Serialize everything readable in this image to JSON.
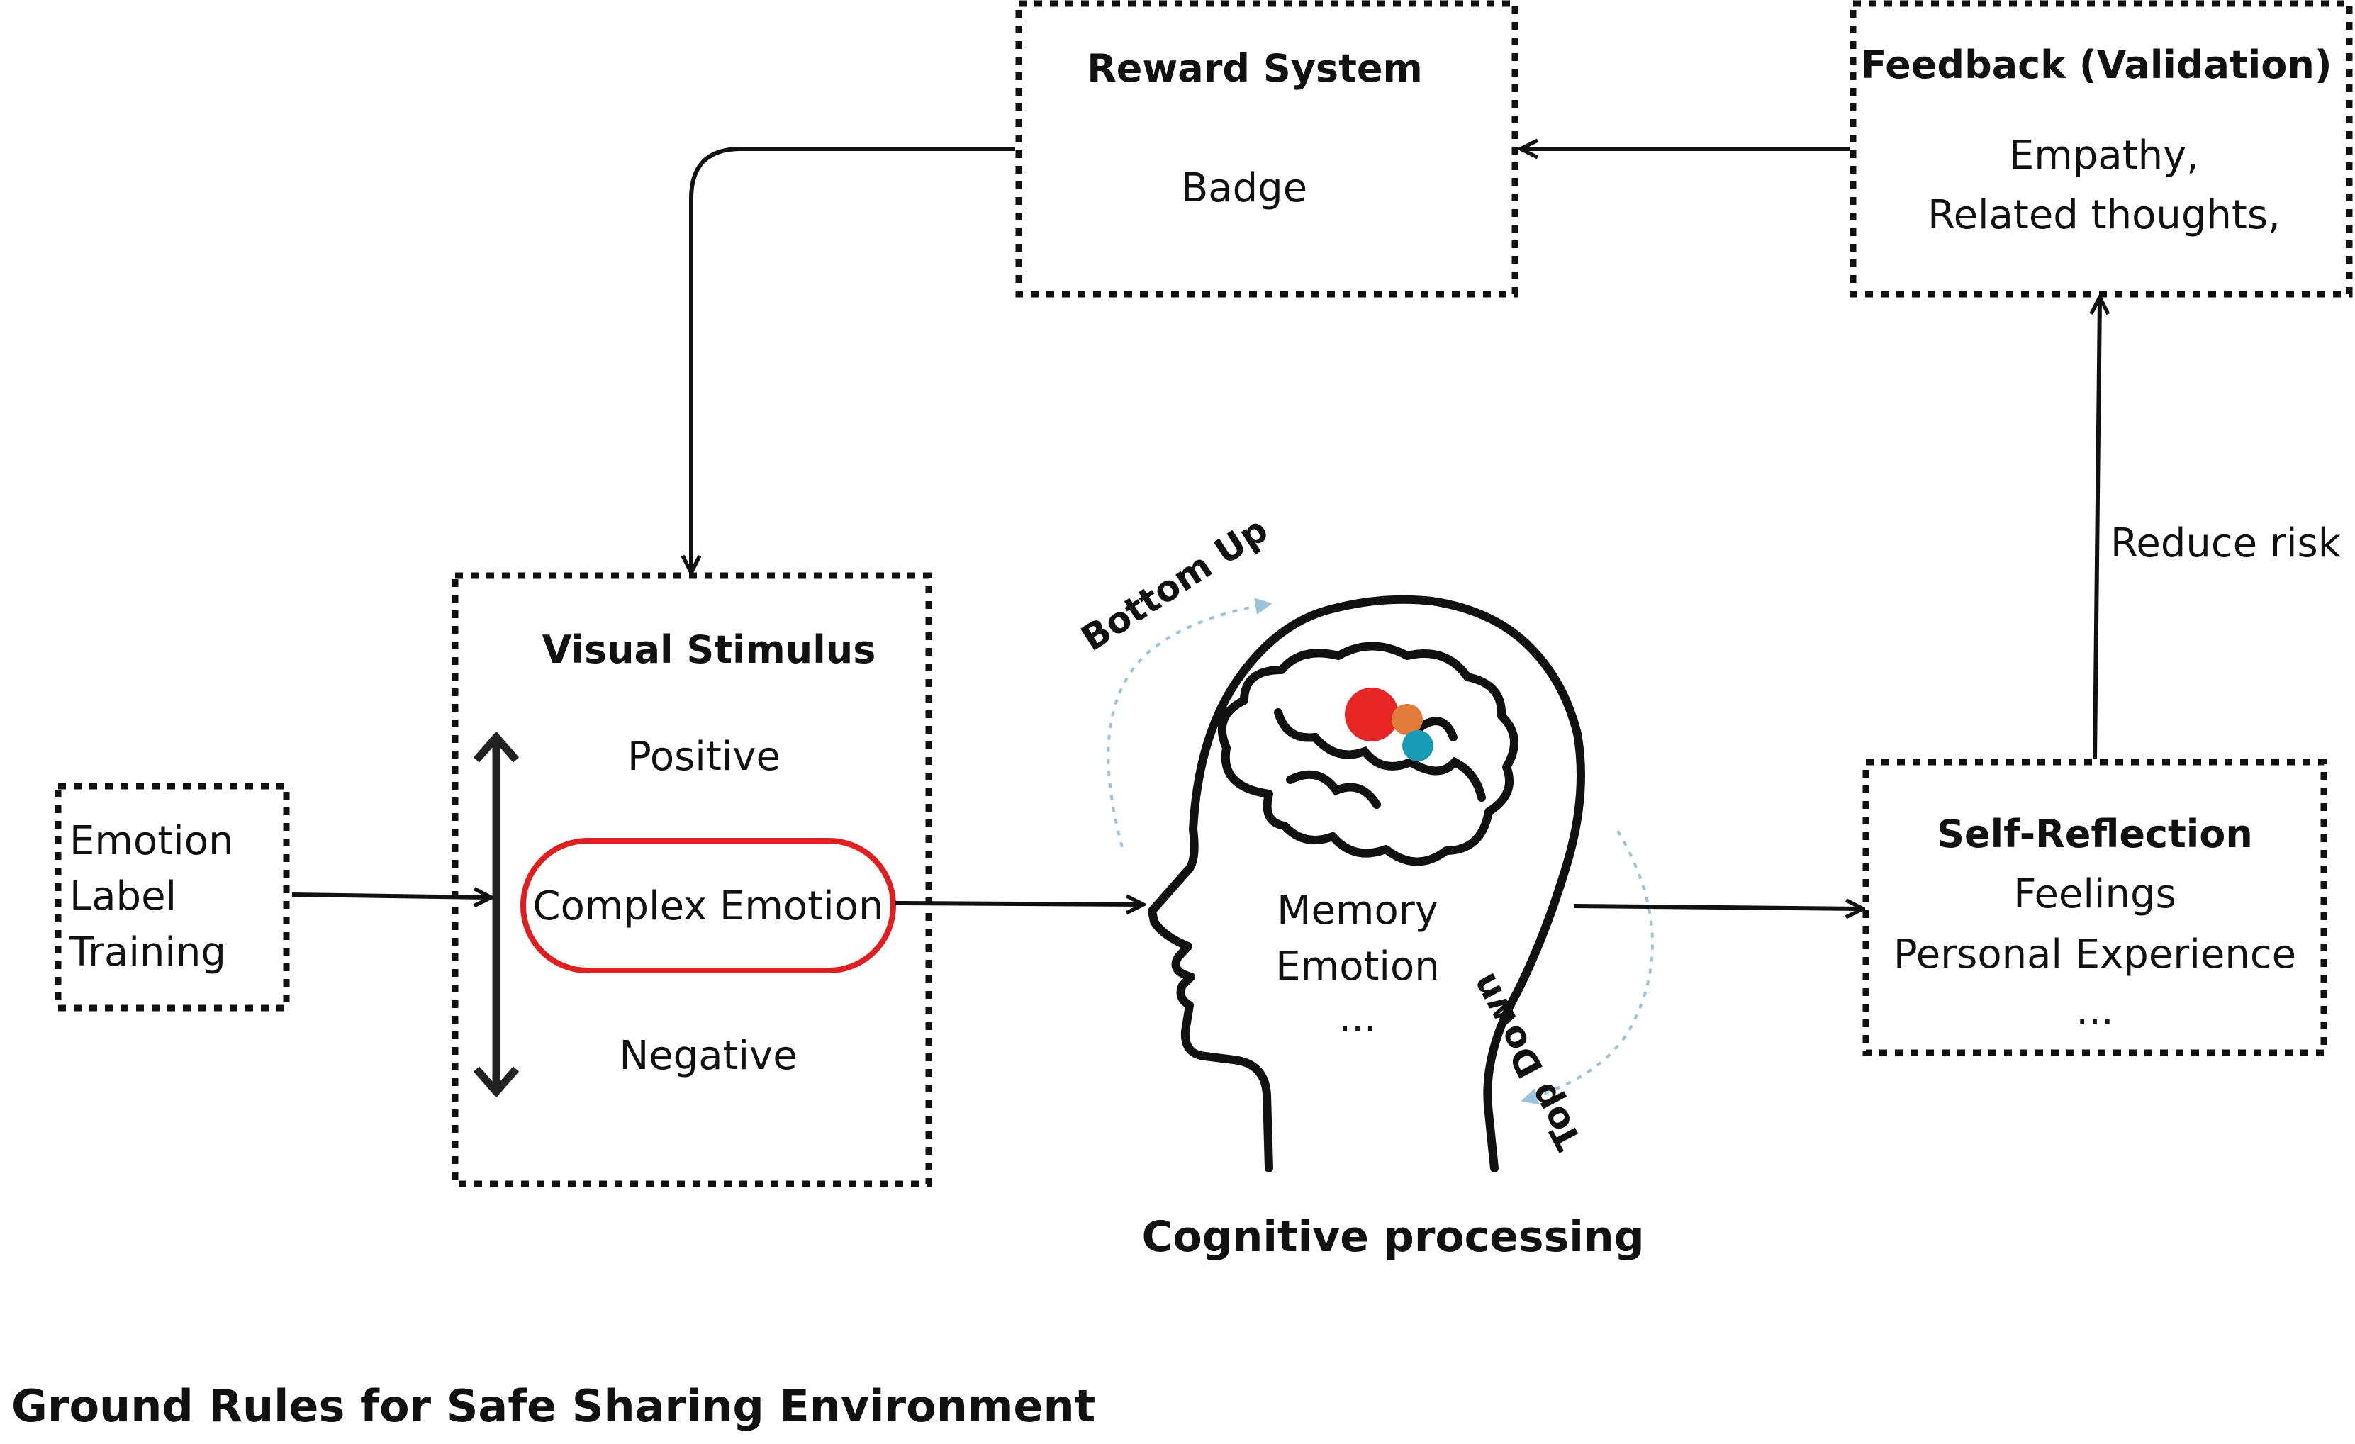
{
  "reward_box": {
    "title": "Reward System",
    "line1": "Badge"
  },
  "feedback_box": {
    "title": "Feedback (Validation)",
    "line1": "Empathy,",
    "line2": "Related thoughts,"
  },
  "stimulus_box": {
    "title": "Visual Stimulus",
    "positive": "Positive",
    "complex": "Complex Emotion",
    "negative": "Negative",
    "highlight_color": "#e02020"
  },
  "training_box": {
    "line1": "Emotion",
    "line2": "Label",
    "line3": "Training"
  },
  "head": {
    "line1": "Memory",
    "line2": "Emotion",
    "line3": "...",
    "label": "Cognitive processing",
    "brain_dot_colors": [
      "#e82626",
      "#e07b39",
      "#1a9bb5"
    ]
  },
  "bottom_up_label": "Bottom Up",
  "top_down_label": "Top Down",
  "cycle_arrow_color": "#9cc3db",
  "reflection_box": {
    "title": "Self-Reflection",
    "line1": "Feelings",
    "line2": "Personal Experience",
    "line3": "..."
  },
  "reduce_risk_label": "Reduce risk",
  "footer_title": "Ground Rules for Safe Sharing Environment"
}
